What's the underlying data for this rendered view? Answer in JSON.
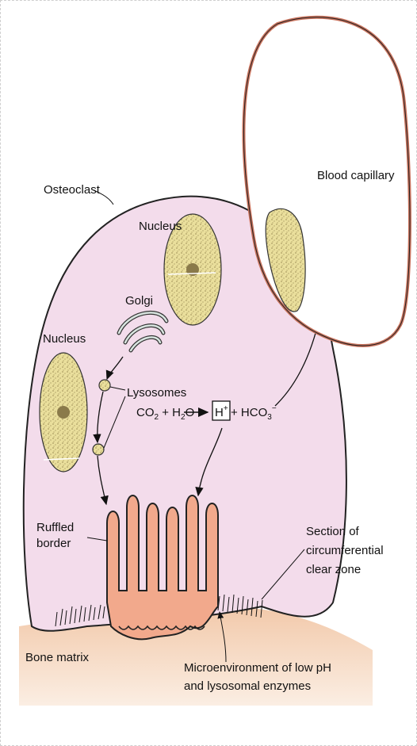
{
  "labels": {
    "osteoclast": "Osteoclast",
    "blood_capillary": "Blood capillary",
    "nucleus_top": "Nucleus",
    "golgi": "Golgi",
    "nucleus_left": "Nucleus",
    "lysosomes": "Lysosomes",
    "ruffled_border_line1": "Ruffled",
    "ruffled_border_line2": "border",
    "clear_zone_line1": "Section of",
    "clear_zone_line2": "circumferential",
    "clear_zone_line3": "clear zone",
    "bone_matrix": "Bone matrix",
    "microenv_line1": "Microenvironment of low pH",
    "microenv_line2": "and lysosomal enzymes"
  },
  "equation": {
    "co": "CO",
    "co_sub": "2",
    "plus1": " + H",
    "h_sub": "2",
    "o": "O",
    "h": "H",
    "h_sup": "+",
    "plus2": " + HCO",
    "hco_sub": "3",
    "hco_sup": "−"
  },
  "colors": {
    "cell_fill": "#f3dceb",
    "nucleus_fill": "#eadf9c",
    "bone_fill": "#f6d9c3",
    "ruffled_fill": "#f2a98c",
    "capillary_stroke": "#c9735d"
  }
}
